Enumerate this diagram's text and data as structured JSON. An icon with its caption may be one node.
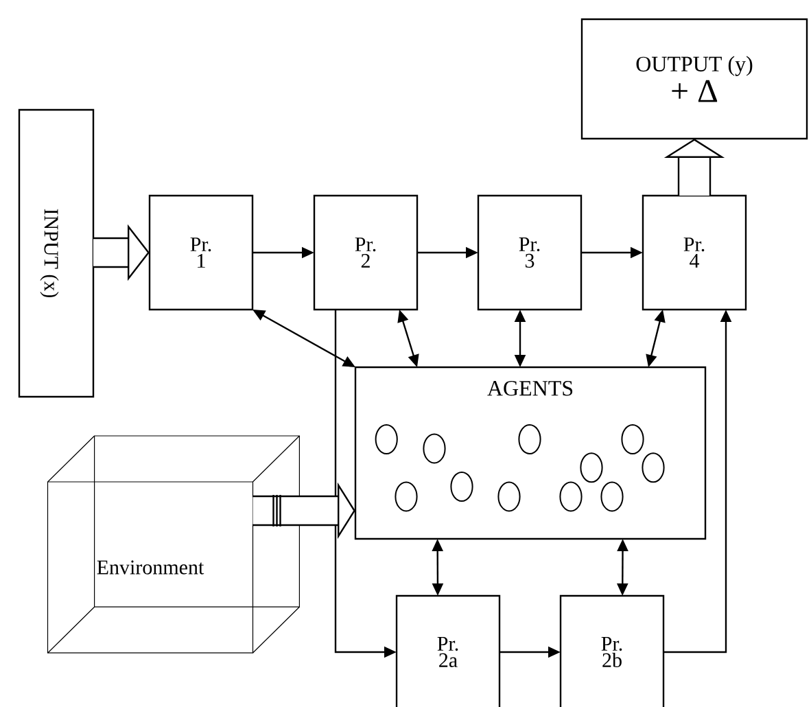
{
  "diagram": {
    "nodes": [
      {
        "text": [
          "INPUT (x)"
        ]
      },
      {
        "text": [
          "Pr. 1"
        ]
      },
      {
        "text": [
          "Pr. 2"
        ]
      },
      {
        "text": [
          "Pr. 3"
        ]
      },
      {
        "text": [
          "Pr. 4"
        ]
      },
      {
        "text": [
          "OUTPUT (y)",
          "+ Δ"
        ]
      },
      {
        "text": [
          "AGENTS"
        ]
      },
      {
        "text": [
          "Environment"
        ]
      },
      {
        "text": [
          "Pr. 2a"
        ]
      },
      {
        "text": [
          "Pr. 2b"
        ]
      }
    ],
    "edges": [
      {
        "from": 0,
        "to": 1,
        "arrow": "to",
        "style": "thick"
      },
      {
        "from": 1,
        "to": 2,
        "arrow": "to"
      },
      {
        "from": 2,
        "to": 3,
        "arrow": "to"
      },
      {
        "from": 3,
        "to": 4,
        "arrow": "to"
      },
      {
        "from": 4,
        "to": 5,
        "arrow": "to",
        "style": "thick"
      },
      {
        "from": 1,
        "to": 6,
        "arrow": "both"
      },
      {
        "from": 2,
        "to": 6,
        "arrow": "both"
      },
      {
        "from": 3,
        "to": 6,
        "arrow": "both"
      },
      {
        "from": 4,
        "to": 6,
        "arrow": "both"
      },
      {
        "from": 2,
        "to": 8,
        "arrow": "to"
      },
      {
        "from": 8,
        "to": 9,
        "arrow": "to"
      },
      {
        "from": 9,
        "to": 4,
        "arrow": "to"
      },
      {
        "from": 7,
        "to": 6,
        "arrow": "to",
        "style": "thick"
      },
      {
        "from": 6,
        "to": 8,
        "arrow": "both"
      },
      {
        "from": 6,
        "to": 9,
        "arrow": "both"
      }
    ]
  }
}
